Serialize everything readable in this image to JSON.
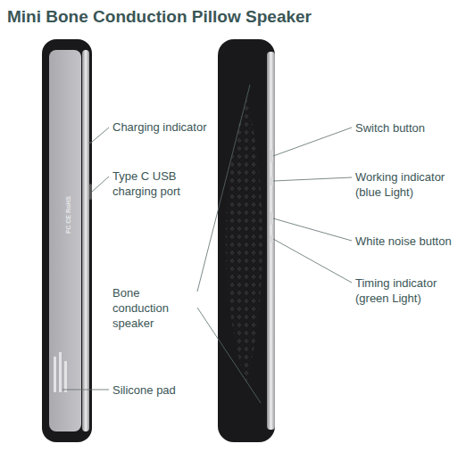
{
  "diagram": {
    "title": "Mini Bone Conduction Pillow Speaker",
    "labels": [
      "Charging indicator",
      "Type C USB charging port",
      "Bone conduction speaker",
      "Silicone pad",
      "Switch button",
      "Working indicator (blue Light)",
      "White noise button",
      "Timing indicator (green Light)",
      "FC CE RoHS"
    ]
  }
}
